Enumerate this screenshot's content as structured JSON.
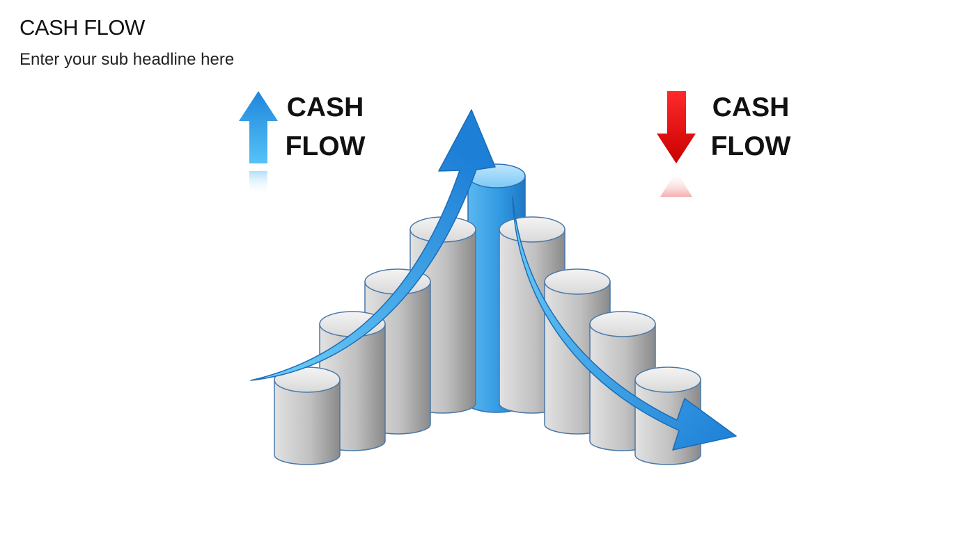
{
  "header": {
    "title": "CASH FLOW",
    "subtitle": "Enter your sub headline here"
  },
  "labels": {
    "up": {
      "line1": "CASH",
      "line2": "FLOW",
      "arrow_color": "#2b8fe0"
    },
    "down": {
      "line1": "CASH",
      "line2": "FLOW",
      "arrow_color": "#e00000"
    }
  },
  "colors": {
    "cylinder_fill": "#c8c8c8",
    "cylinder_outline": "#4a78a8",
    "center_cylinder": "#3aa3e8",
    "curve_arrow": "#2c8fe3"
  },
  "diagram": {
    "cylinder_count": 9,
    "highlighted_cylinder": 5
  }
}
